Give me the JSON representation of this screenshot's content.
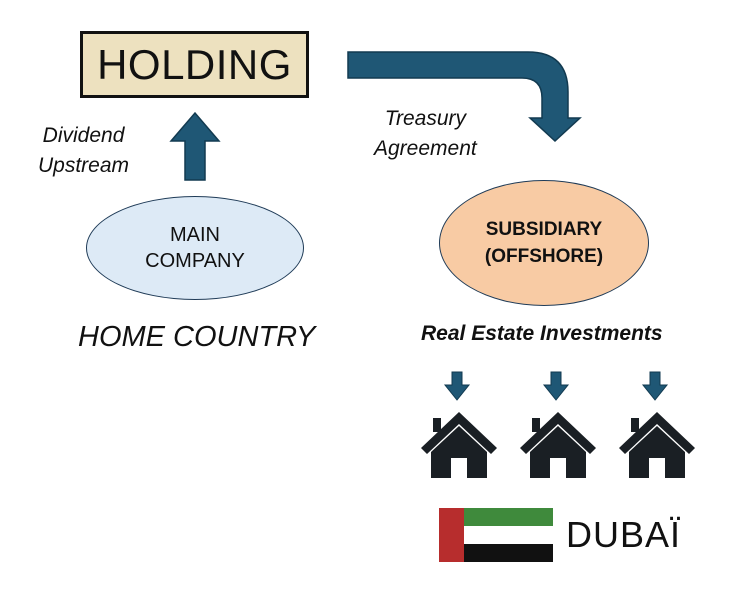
{
  "holding": {
    "label": "HOLDING"
  },
  "arrows": {
    "dividend_label_line1": "Dividend",
    "dividend_label_line2": "Upstream",
    "treasury_label_line1": "Treasury",
    "treasury_label_line2": "Agreement"
  },
  "main_company": {
    "line1": "MAIN",
    "line2": "COMPANY"
  },
  "subsidiary": {
    "line1": "SUBSIDIARY",
    "line2": "(OFFSHORE)"
  },
  "home_country": "HOME COUNTRY",
  "investments": {
    "label": "Real Estate Investments",
    "house_count": 3
  },
  "location": {
    "label": "DUBAÏ",
    "flag": "uae-flag-icon"
  },
  "colors": {
    "arrow": "#1f5775",
    "holding_fill": "#ede1bf",
    "main_company_fill": "#ddeaf6",
    "subsidiary_fill": "#f8cba4",
    "house": "#1a1f24"
  }
}
